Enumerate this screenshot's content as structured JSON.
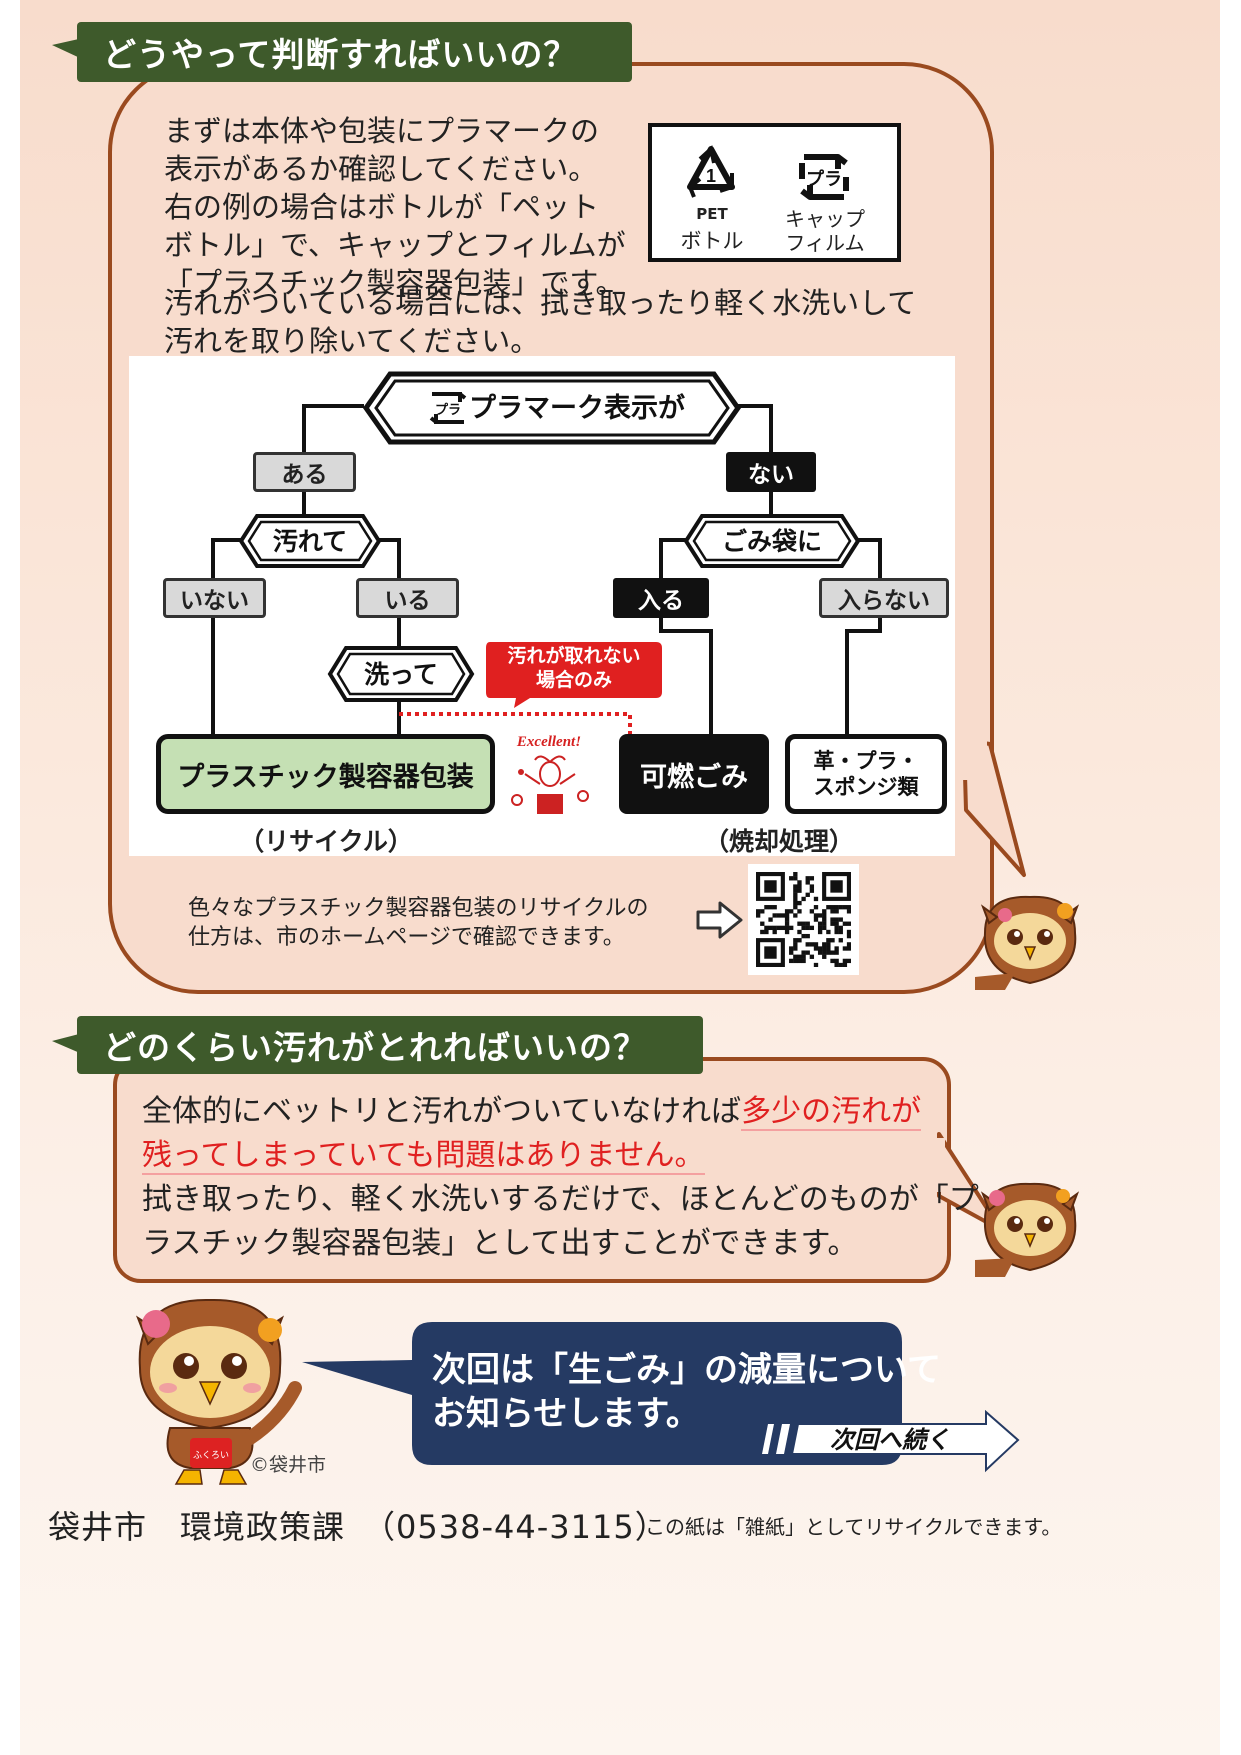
{
  "section1": {
    "heading": "どうやって判断すればいいの？",
    "intro_lines": [
      "まずは本体や包装にプラマークの",
      "表示があるか確認してください。",
      "右の例の場合はボトルが「ペット",
      "ボトル」で、キャップとフィルムが",
      "「プラスチック製容器包装」です。"
    ],
    "wash_lines": [
      "汚れがついている場合には、拭き取ったり軽く水洗いして",
      "汚れを取り除いてください。"
    ],
    "mark_example": {
      "pet_number": "1",
      "pet_label": "PET",
      "pet_caption": "ボトル",
      "pla_caption_1": "キャップ",
      "pla_caption_2": "フィルム",
      "pla_mark_text": "プラ"
    },
    "flow": {
      "top": "プラマーク表示が",
      "top_mark_text": "プラ",
      "yes": "ある",
      "no": "ない",
      "dirty": "汚れて",
      "not_dirty": "いない",
      "is_dirty": "いる",
      "wash": "洗って",
      "bag": "ごみ袋に",
      "fits": "入る",
      "not_fits": "入らない",
      "cannot_clean_1": "汚れが取れない",
      "cannot_clean_2": "場合のみ",
      "recycle_box": "プラスチック製容器包装",
      "recycle_caption": "（リサイクル）",
      "burnable_box": "可燃ごみ",
      "burn_caption": "（焼却処理）",
      "leather_1": "革・プラ・",
      "leather_2": "スポンジ類",
      "excellent": "Excellent!"
    },
    "qr_lines": [
      "色々なプラスチック製容器包装のリサイクルの",
      "仕方は、市のホームページで確認できます。"
    ]
  },
  "section2": {
    "heading": "どのくらい汚れがとれればいいの？",
    "line1_plain": "全体的にベットリと汚れがついていなければ",
    "line1_red": "多少の汚れが",
    "line2_red": "残ってしまっていても問題はありません。",
    "line3": "拭き取ったり、軽く水洗いするだけで、ほとんどのものが「プ",
    "line4": "ラスチック製容器包装」として出すことができます。"
  },
  "next": {
    "line1": "次回は「生ごみ」の減量について",
    "line2": "お知らせします。",
    "continue": "次回へ続く"
  },
  "mascot": {
    "apron_text": "ふくろい",
    "copyright": "©袋井市"
  },
  "footer": {
    "department": "袋井市　環境政策課",
    "phone": "（0538-44-3115）",
    "note": "この紙は「雑紙」としてリサイクルできます。"
  },
  "colors": {
    "header_green": "#3e5a2b",
    "bubble_fill": "#f8dccd",
    "bubble_border": "#9a4a1f",
    "recycle_green": "#c5e0b4",
    "alert_red": "#e02020",
    "next_navy": "#253a63"
  }
}
